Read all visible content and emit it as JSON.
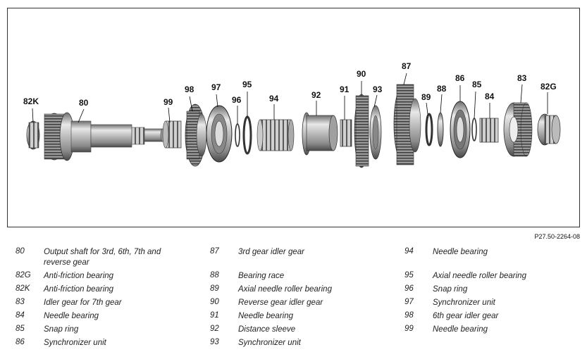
{
  "figure_ref": "P27.50-2264-08",
  "callouts": {
    "c82K": "82K",
    "c80": "80",
    "c99": "99",
    "c98": "98",
    "c97": "97",
    "c96": "96",
    "c95": "95",
    "c94": "94",
    "c92": "92",
    "c91": "91",
    "c90": "90",
    "c93": "93",
    "c87": "87",
    "c89": "89",
    "c88": "88",
    "c86": "86",
    "c85": "85",
    "c84": "84",
    "c83": "83",
    "c82G": "82G"
  },
  "legend": [
    [
      {
        "num": "80",
        "text": "Output shaft for 3rd, 6th, 7th and reverse gear"
      },
      {
        "num": "82G",
        "text": "Anti-friction bearing"
      },
      {
        "num": "82K",
        "text": "Anti-friction bearing"
      },
      {
        "num": "83",
        "text": "Idler gear for 7th gear"
      },
      {
        "num": "84",
        "text": "Needle bearing"
      },
      {
        "num": "85",
        "text": "Snap ring"
      },
      {
        "num": "86",
        "text": "Synchronizer unit"
      }
    ],
    [
      {
        "num": "87",
        "text": "3rd gear idler gear"
      },
      {
        "num": "88",
        "text": "Bearing race"
      },
      {
        "num": "89",
        "text": "Axial needle roller bearing"
      },
      {
        "num": "90",
        "text": "Reverse gear idler gear"
      },
      {
        "num": "91",
        "text": "Needle bearing"
      },
      {
        "num": "92",
        "text": "Distance sleeve"
      },
      {
        "num": "93",
        "text": "Synchronizer unit"
      }
    ],
    [
      {
        "num": "94",
        "text": "Needle bearing"
      },
      {
        "num": "95",
        "text": "Axial needle roller bearing"
      },
      {
        "num": "96",
        "text": "Snap ring"
      },
      {
        "num": "97",
        "text": "Synchronizer unit"
      },
      {
        "num": "98",
        "text": "6th gear idler gear"
      },
      {
        "num": "99",
        "text": "Needle bearing"
      }
    ]
  ]
}
